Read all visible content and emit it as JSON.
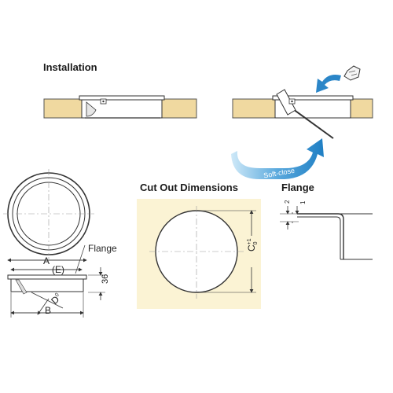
{
  "titles": {
    "installation": "Installation",
    "cutout": "Cut Out Dimensions",
    "flange": "Flange"
  },
  "labels": {
    "soft_close": "Soft-close",
    "flange_callout": "Flange",
    "dim_a": "A",
    "dim_e": "(E)",
    "dim_d": "D",
    "dim_d_sup": "0",
    "dim_b": "B",
    "dim_36": "36",
    "dim_c": "C",
    "dim_c_sup": "+1",
    "dim_c_sub": "0",
    "dim_2": "2",
    "dim_1": "1"
  },
  "colors": {
    "wood": "#f0d9a0",
    "cutout_bg": "#fbf3d4",
    "arrow_blue": "#2b86c8",
    "arrow_light": "#9fd0ee",
    "line": "#333333"
  }
}
